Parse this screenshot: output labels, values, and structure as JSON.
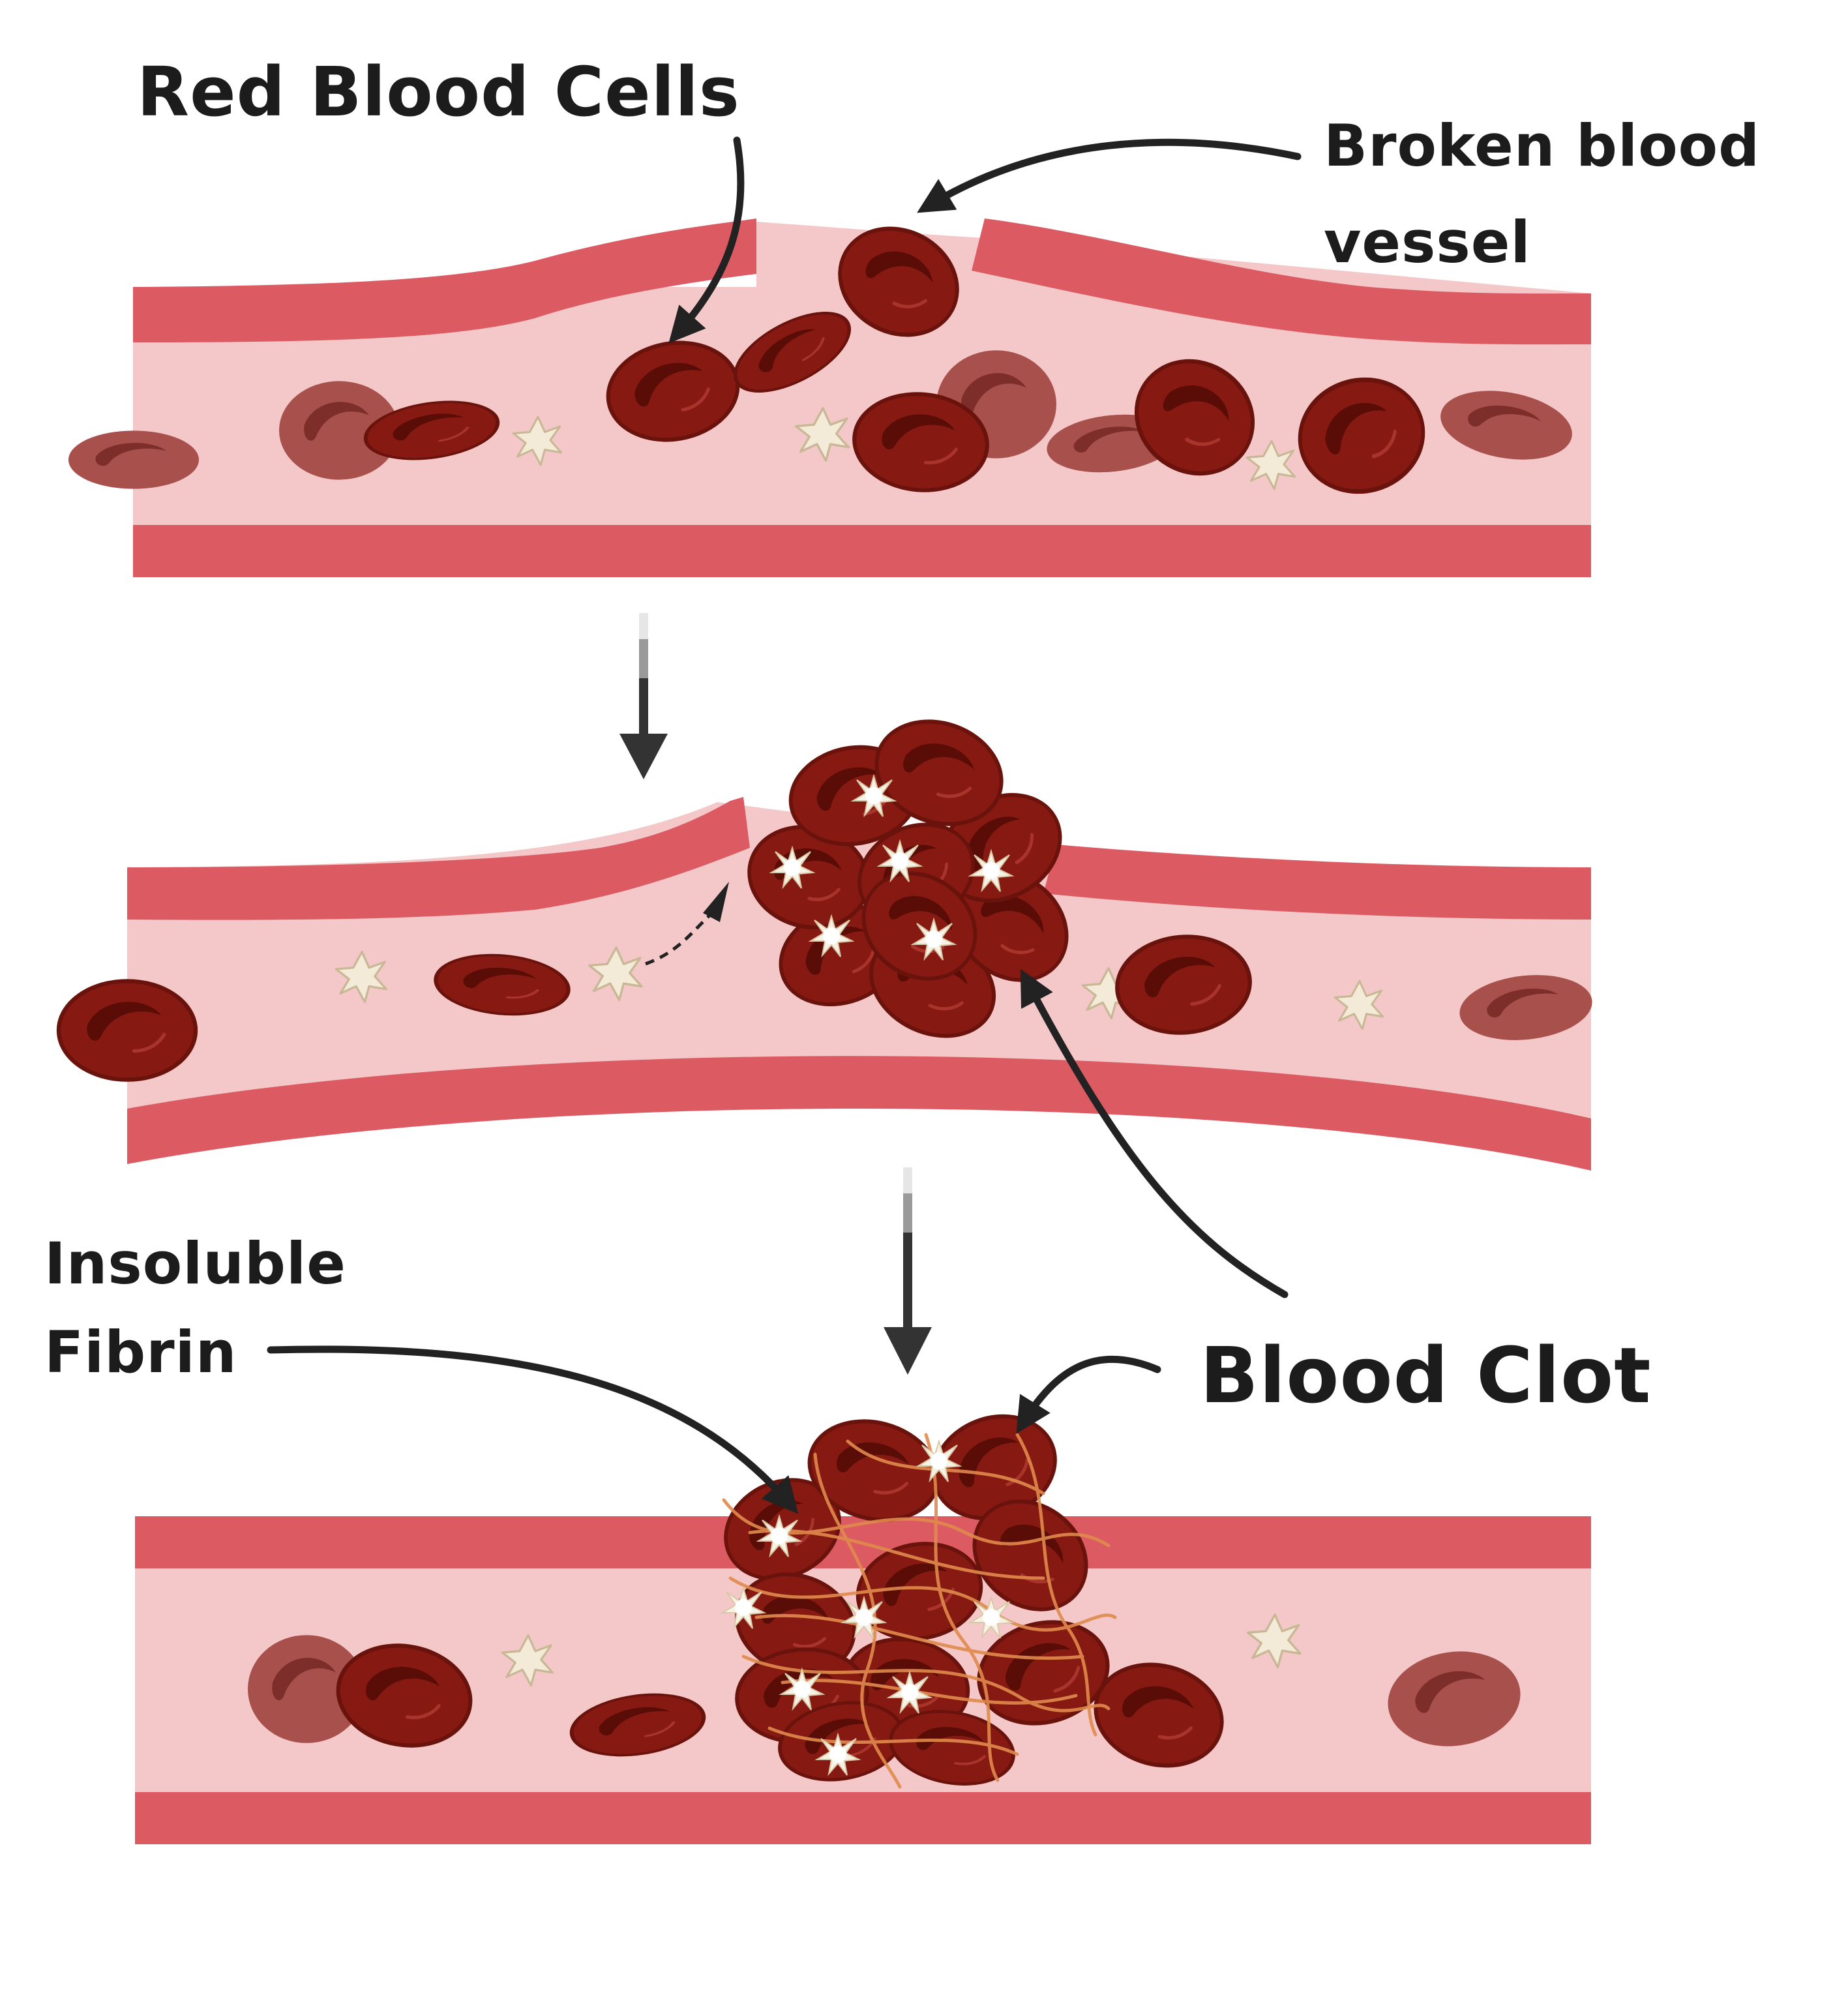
{
  "labels": {
    "red_blood_cells": "Red Blood Cells",
    "broken_vessel_line1": "Broken blood",
    "broken_vessel_line2": "vessel",
    "fibrin_line1": "Insoluble",
    "fibrin_line2": "Fibrin",
    "blood_clot": "Blood Clot"
  },
  "colors": {
    "vessel_wall": "#dc5b63",
    "vessel_lumen": "#f4c8c9",
    "red_blood_cell": "#861a12",
    "red_blood_cell_inner": "#5a0c07",
    "faded_red_blood_cell": "#a8504b",
    "platelet": "#f3ead7",
    "fibrin": "#e08a4c",
    "arrow": "#222222"
  }
}
